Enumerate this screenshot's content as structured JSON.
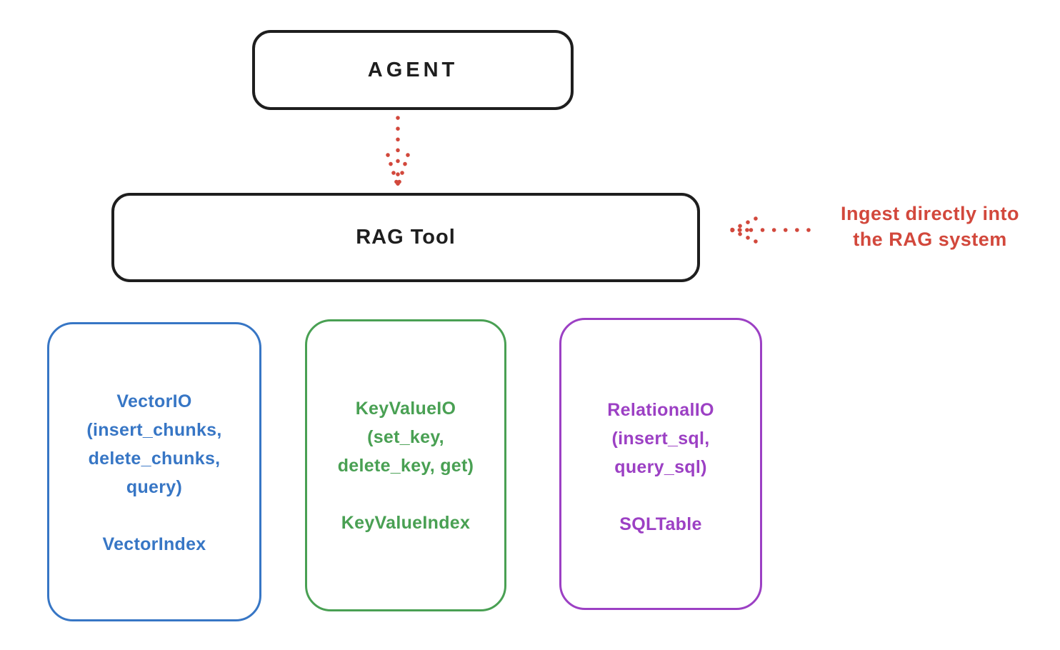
{
  "colors": {
    "ink": "#1e1e1e",
    "red": "#d2483c",
    "blue": "#3776c5",
    "green": "#49a053",
    "purple": "#9c40c4",
    "background": "#ffffff"
  },
  "agent_box": {
    "label": "AGENT"
  },
  "rag_tool_box": {
    "label": "RAG Tool"
  },
  "agent_to_rag_arrow": {
    "style": "dotted",
    "direction": "down"
  },
  "ingest_annotation": {
    "line1": "Ingest directly into",
    "line2": "the RAG system",
    "arrow_style": "dotted",
    "arrow_direction": "left"
  },
  "storage_boxes": [
    {
      "id": "vector-io",
      "border_color": "#3776c5",
      "api_lines": [
        "VectorIO",
        "(insert_chunks,",
        "delete_chunks,",
        "query)"
      ],
      "index_label": "VectorIndex"
    },
    {
      "id": "keyvalue-io",
      "border_color": "#49a053",
      "api_lines": [
        "KeyValueIO",
        "(set_key,",
        "delete_key, get)"
      ],
      "index_label": "KeyValueIndex"
    },
    {
      "id": "relational-io",
      "border_color": "#9c40c4",
      "api_lines": [
        "RelationalIO",
        "(insert_sql,",
        "query_sql)"
      ],
      "index_label": "SQLTable"
    }
  ]
}
